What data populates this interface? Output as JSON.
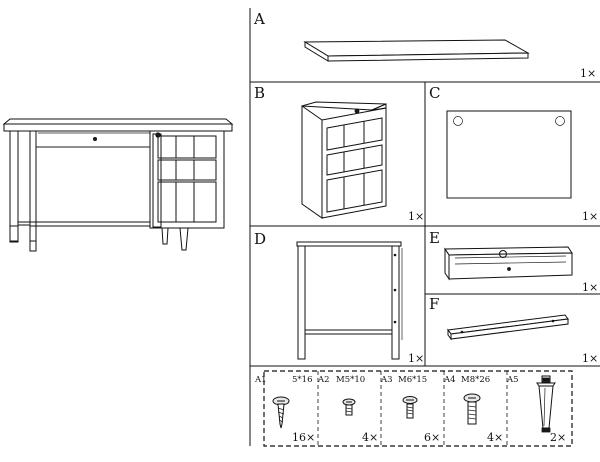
{
  "panels": {
    "A": {
      "letter": "A",
      "qty": "1×"
    },
    "B": {
      "letter": "B",
      "qty": "1×"
    },
    "C": {
      "letter": "C",
      "qty": "1×"
    },
    "D": {
      "letter": "D",
      "qty": "1×"
    },
    "E": {
      "letter": "E",
      "qty": "1×"
    },
    "F": {
      "letter": "F",
      "qty": "1×"
    }
  },
  "hardware": [
    {
      "code": "A1",
      "size": "5*16",
      "qty": "16×"
    },
    {
      "code": "A2",
      "size": "M5*10",
      "qty": "4×"
    },
    {
      "code": "A3",
      "size": "M6*15",
      "qty": "6×"
    },
    {
      "code": "A4",
      "size": "M8*26",
      "qty": "4×"
    },
    {
      "code": "A5",
      "size": "",
      "qty": "2×"
    }
  ]
}
